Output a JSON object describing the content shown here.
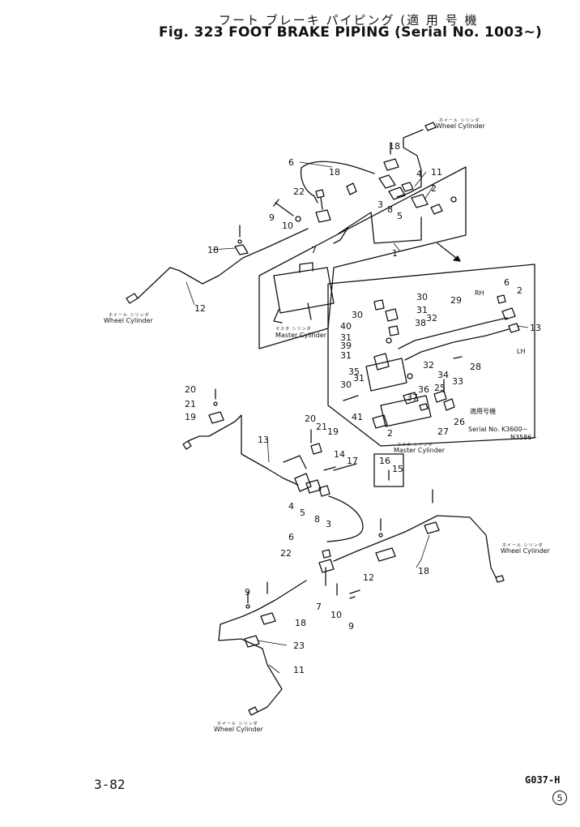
{
  "header": {
    "title_jp": "フート ブレーキ パイピング (適 用 号 機",
    "title_en": "Fig. 323 FOOT BRAKE PIPING (Serial No. 1003~)"
  },
  "footer": {
    "page_number": "3-82",
    "doc_code": "G037-H",
    "revision": "5"
  },
  "labels": {
    "wheel_cylinder": "Wheel Cylinder",
    "wheel_cylinder_jp": "ホイール シリンダ",
    "master_cylinder": "Master Cylinder",
    "master_cylinder_jp": "マスタ シリンダ",
    "rh": "RH",
    "lh": "LH",
    "serial_jp": "適用号機",
    "serial_line1": "Serial No. K3600~",
    "serial_line2": "N3586~"
  },
  "part_numbers": {
    "top": [
      "18",
      "6",
      "18",
      "22",
      "4",
      "2",
      "9",
      "10",
      "3",
      "8",
      "5",
      "7",
      "18",
      "1",
      "11",
      "12"
    ],
    "inset": [
      "30",
      "30",
      "31",
      "6",
      "2",
      "40",
      "38",
      "32",
      "29",
      "31",
      "39",
      "31",
      "13",
      "32",
      "35",
      "34",
      "33",
      "28",
      "31",
      "36",
      "37",
      "25",
      "30",
      "41",
      "27",
      "26",
      "2"
    ],
    "bottom": [
      "20",
      "21",
      "19",
      "13",
      "20",
      "21",
      "19",
      "14",
      "17",
      "16",
      "15",
      "4",
      "5",
      "8",
      "3",
      "6",
      "22",
      "12",
      "18",
      "9",
      "10",
      "7",
      "9",
      "18",
      "23",
      "11"
    ]
  }
}
